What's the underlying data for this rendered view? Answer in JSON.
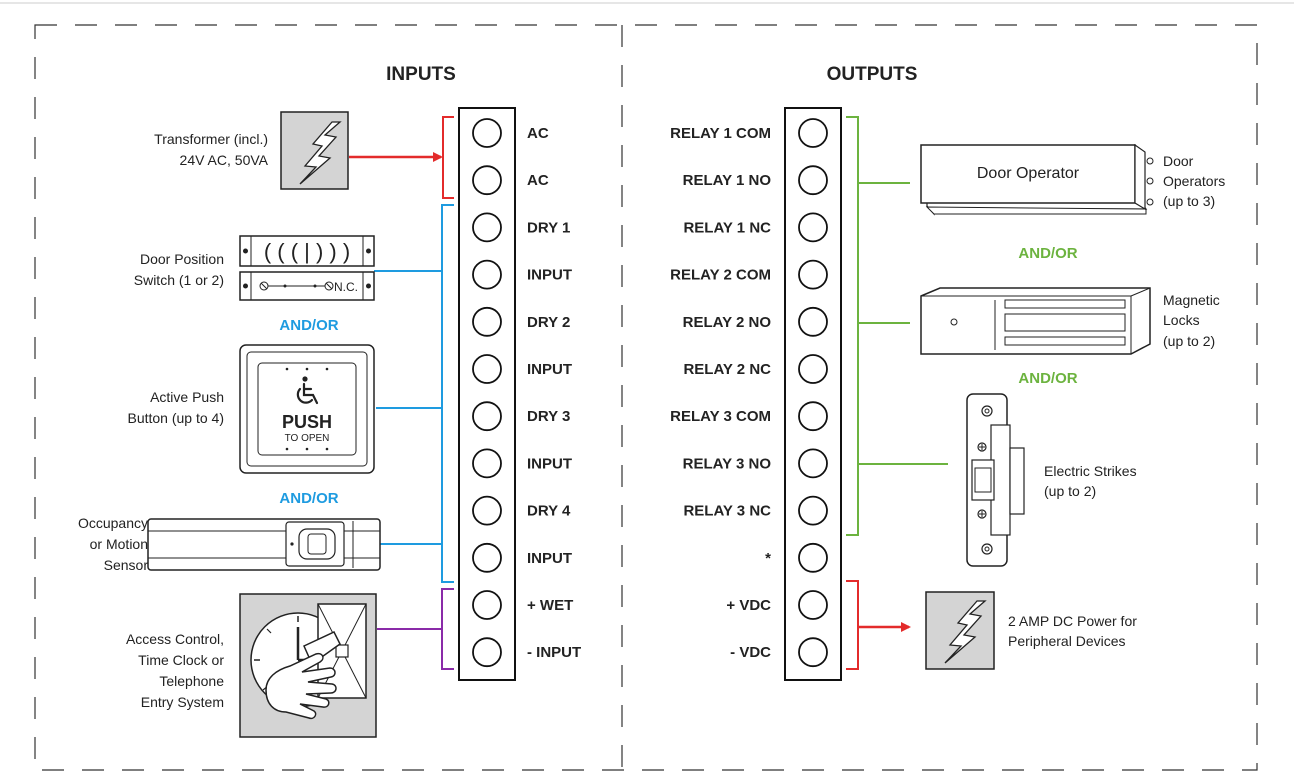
{
  "colors": {
    "red": "#e32b2b",
    "blue": "#1e9be0",
    "purple": "#8a2aa8",
    "green": "#6cb33f",
    "box_gray": "#d4d4d4"
  },
  "inputs": {
    "title": "INPUTS",
    "terminals": [
      "AC",
      "AC",
      "DRY 1",
      "INPUT",
      "DRY 2",
      "INPUT",
      "DRY 3",
      "INPUT",
      "DRY 4",
      "INPUT",
      "+ WET",
      "- INPUT"
    ],
    "transformer_line1": "Transformer (incl.)",
    "transformer_line2": "24V AC, 50VA",
    "dps_line1": "Door Position",
    "dps_line2": "Switch (1 or 2)",
    "dps_nc": "N.C.",
    "andor_1": "AND/OR",
    "apb_line1": "Active Push",
    "apb_line2": "Button (up to 4)",
    "push": "PUSH",
    "to_open": "TO OPEN",
    "andor_2": "AND/OR",
    "occ_line1": "Occupancy",
    "occ_line2": "or Motion",
    "occ_line3": "Sensor",
    "acs_line1": "Access Control,",
    "acs_line2": "Time Clock or",
    "acs_line3": "Telephone",
    "acs_line4": "Entry System"
  },
  "outputs": {
    "title": "OUTPUTS",
    "terminals": [
      "RELAY 1 COM",
      "RELAY 1 NO",
      "RELAY 1 NC",
      "RELAY 2 COM",
      "RELAY 2 NO",
      "RELAY 2 NC",
      "RELAY 3 COM",
      "RELAY 3 NO",
      "RELAY 3 NC",
      "*",
      "+ VDC",
      "- VDC"
    ],
    "door_operator_box": "Door Operator",
    "door_ops_line1": "Door",
    "door_ops_line2": "Operators",
    "door_ops_line3": "(up to 3)",
    "andor_1": "AND/OR",
    "mag_line1": "Magnetic",
    "mag_line2": "Locks",
    "mag_line3": "(up to 2)",
    "andor_2": "AND/OR",
    "strike_line1": "Electric Strikes",
    "strike_line2": "(up to 2)",
    "power_line1": "2 AMP DC Power for",
    "power_line2": "Peripheral Devices"
  }
}
